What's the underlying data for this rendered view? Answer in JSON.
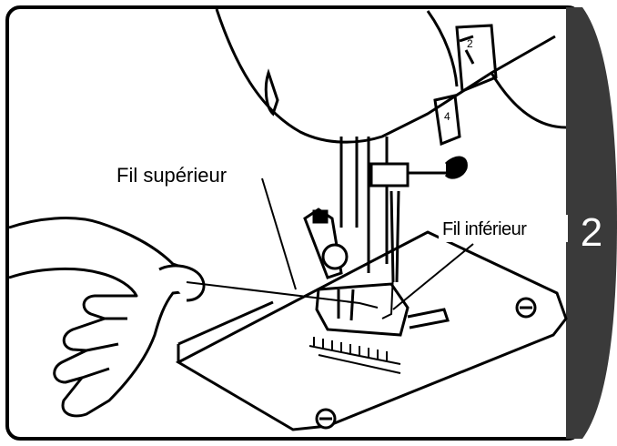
{
  "labels": {
    "upper_thread": "Fil supérieur",
    "lower_thread": "Fil inférieur"
  },
  "step": {
    "number": "2"
  },
  "colors": {
    "tab": "#3a3a3a",
    "line": "#000000",
    "background": "#ffffff"
  }
}
